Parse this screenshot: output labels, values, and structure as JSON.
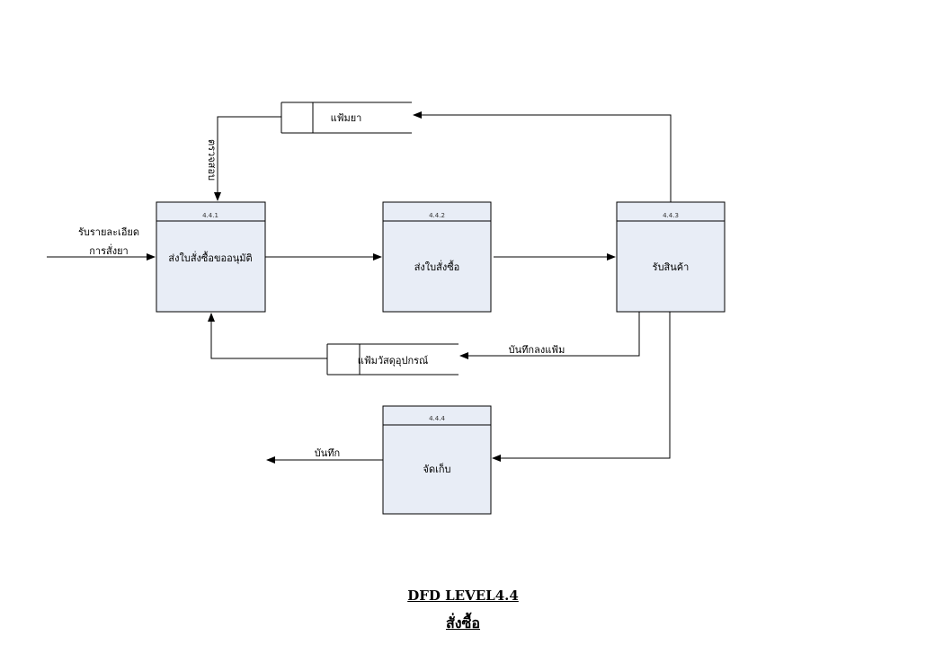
{
  "processes": [
    {
      "id": "4.4.1",
      "label": "ส่งใบสั่งซื้อขออนุมัติ"
    },
    {
      "id": "4.4.2",
      "label": "ส่งใบสั่งซื้อ"
    },
    {
      "id": "4.4.3",
      "label": "รับสินค้า"
    },
    {
      "id": "4.4.4",
      "label": "จัดเก็บ"
    }
  ],
  "stores": [
    {
      "label": "แฟ้มยา"
    },
    {
      "label": "แฟ้มวัสดุอุปกรณ์"
    }
  ],
  "flows": {
    "input_line1": "รับรายละเอียด",
    "input_line2": "การสั่งยา",
    "check": "ตรวจสอบ",
    "record_to_file": "บันทึกลงแฟ้ม",
    "record": "บันทึก"
  },
  "title": {
    "line1": "DFD LEVEL4.4",
    "line2": "สั่งซื้อ"
  }
}
